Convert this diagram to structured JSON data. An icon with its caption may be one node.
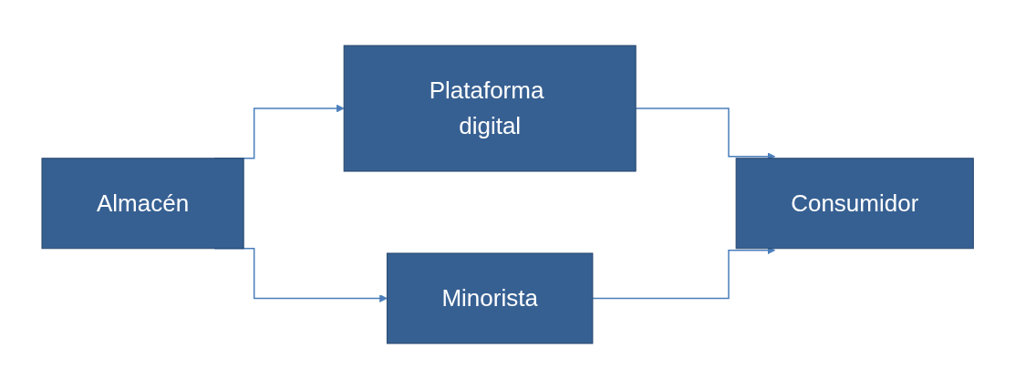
{
  "diagram": {
    "nodes": [
      {
        "text": [
          "Almacén"
        ]
      },
      {
        "text": [
          "Plataforma digital"
        ]
      },
      {
        "text": [
          "Minorista"
        ]
      },
      {
        "text": [
          "Consumidor"
        ]
      }
    ],
    "edges": [
      {
        "from": 0,
        "to": 1,
        "arrow": "to"
      },
      {
        "from": 0,
        "to": 2,
        "arrow": "to"
      },
      {
        "from": 1,
        "to": 3,
        "arrow": "to"
      },
      {
        "from": 2,
        "to": 3,
        "arrow": "to"
      }
    ]
  }
}
